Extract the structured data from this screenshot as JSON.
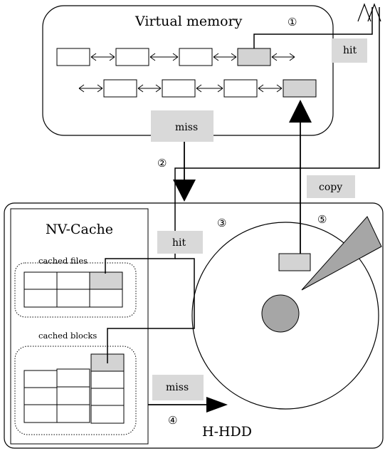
{
  "virtual_memory": {
    "title": "Virtual memory"
  },
  "nv_cache": {
    "title": "NV-Cache",
    "cached_files_label": "cached files",
    "cached_blocks_label": "cached blocks"
  },
  "hhdd": {
    "title": "H-HDD"
  },
  "tags": {
    "hit_top": "hit",
    "miss_top": "miss",
    "copy": "copy",
    "hit_cache": "hit",
    "miss_bottom": "miss"
  },
  "steps": {
    "s1": "①",
    "s2": "②",
    "s3": "③",
    "s4": "④",
    "s5": "⑤"
  },
  "colors": {
    "highlight": "#d3d3d3",
    "tag_bg": "#d9d9d9",
    "platter": "#a6a6a6"
  }
}
